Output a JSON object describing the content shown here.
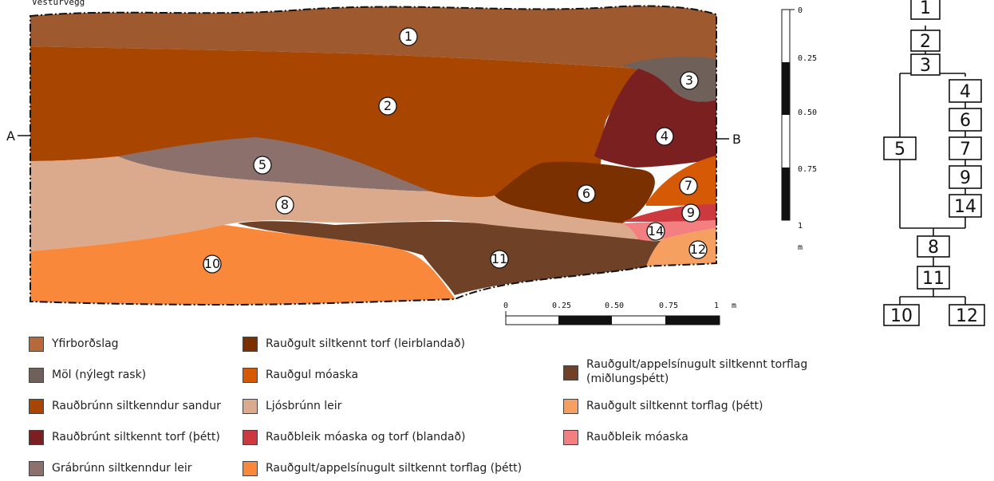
{
  "header": {
    "partial_caption": "Vesturvegg"
  },
  "section": {
    "left_marker": "A",
    "right_marker": "B",
    "layer_numbers": [
      "1",
      "2",
      "3",
      "4",
      "5",
      "6",
      "7",
      "8",
      "9",
      "10",
      "11",
      "12",
      "14"
    ]
  },
  "vertical_scale": {
    "ticks": [
      "0",
      "0.25",
      "0.50",
      "0.75",
      "1"
    ],
    "unit": "m"
  },
  "horizontal_scale": {
    "ticks": [
      "0",
      "0.25",
      "0.50",
      "0.75",
      "1"
    ],
    "unit": "m"
  },
  "harris_matrix": {
    "boxes": [
      "1",
      "2",
      "3",
      "4",
      "6",
      "5",
      "7",
      "9",
      "14",
      "8",
      "11",
      "10",
      "12"
    ]
  },
  "legend": [
    {
      "label": "Yfirborðslag",
      "color": "#b8693a"
    },
    {
      "label": "Möl (nýlegt rask)",
      "color": "#6f6159"
    },
    {
      "label": "Rauðbrúnn siltkenndur sandur",
      "color": "#a84500"
    },
    {
      "label": "Rauðbrúnt siltkennt torf (þétt)",
      "color": "#7a2020"
    },
    {
      "label": "Grábrúnn siltkenndur leir",
      "color": "#8b706c"
    },
    {
      "label": "Rauðgult siltkennt torf (leirblandað)",
      "color": "#7b3000"
    },
    {
      "label": "Rauðgul móaska",
      "color": "#d65a05"
    },
    {
      "label": "Ljósbrúnn leir",
      "color": "#dba98b"
    },
    {
      "label": "Rauðbleik móaska og torf (blandað)",
      "color": "#cc3a40"
    },
    {
      "label": "Rauðgult/appelsínugult siltkennt torflag (þétt)",
      "color": "#f9883a"
    },
    {
      "label": "Rauðgult/appelsínugult siltkennt torflag (miðlungsþétt)",
      "color": "#6f4228"
    },
    {
      "label": "Rauðgult siltkennt torflag (þétt)",
      "color": "#f5a060"
    },
    {
      "label": "Rauðbleik móaska",
      "color": "#f47f80"
    }
  ]
}
